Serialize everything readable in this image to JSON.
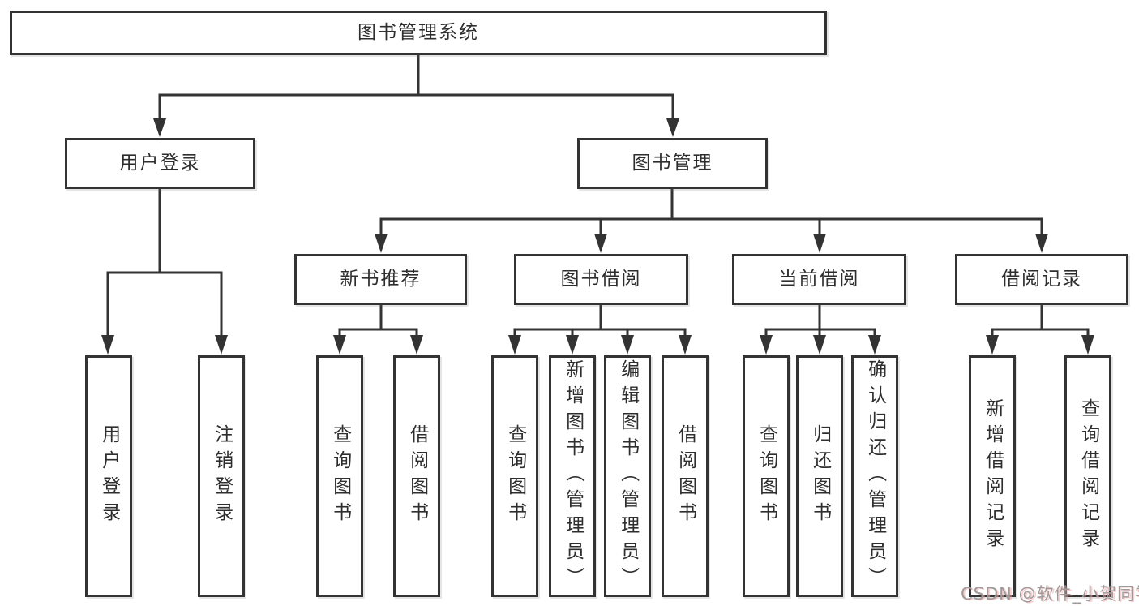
{
  "tree": {
    "label": "图书管理系统",
    "children": [
      {
        "label": "用户登录",
        "children": [
          {
            "label": "用户登录"
          },
          {
            "label": "注销登录"
          }
        ]
      },
      {
        "label": "图书管理",
        "children": [
          {
            "label": "新书推荐",
            "children": [
              {
                "label": "查询图书"
              },
              {
                "label": "借阅图书"
              }
            ]
          },
          {
            "label": "图书借阅",
            "children": [
              {
                "label": "查询图书"
              },
              {
                "label": "新增图书（管理员）"
              },
              {
                "label": "编辑图书（管理员）"
              },
              {
                "label": "借阅图书"
              }
            ]
          },
          {
            "label": "当前借阅",
            "children": [
              {
                "label": "查询图书"
              },
              {
                "label": "归还图书"
              },
              {
                "label": "确认归还（管理员）"
              }
            ]
          },
          {
            "label": "借阅记录",
            "children": [
              {
                "label": "新增借阅记录"
              },
              {
                "label": "查询借阅记录"
              }
            ]
          }
        ]
      }
    ]
  },
  "watermark": {
    "text": "CSDN @软件_小贺同学"
  },
  "colors": {
    "line": "#333333",
    "text": "#2e2e2e",
    "box_background": "#ffffff",
    "watermark_gray": "#9b9b9b",
    "watermark_pink": "#faa0a0",
    "page_background": "#ffffff"
  }
}
